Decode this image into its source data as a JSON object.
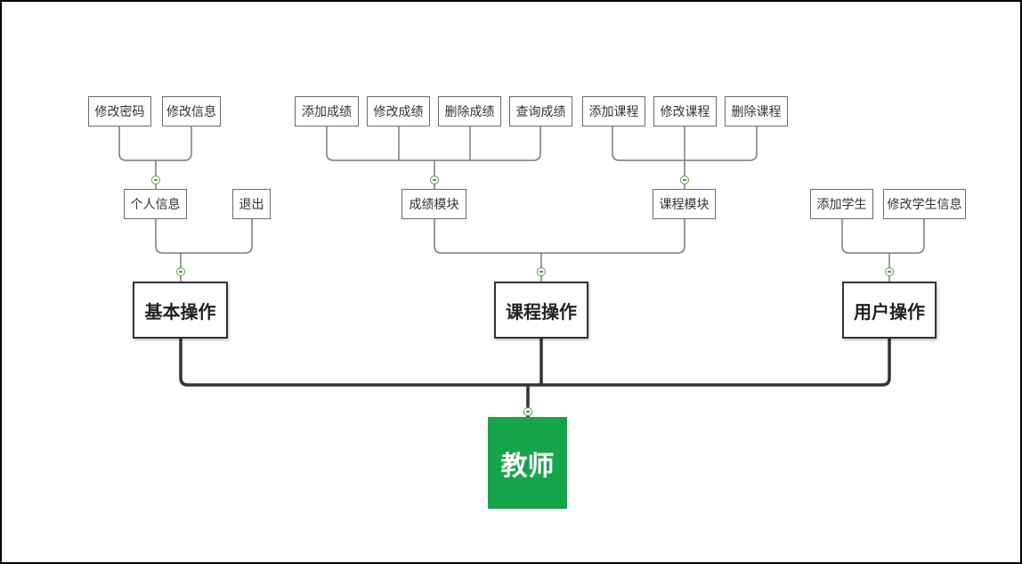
{
  "root": {
    "label": "教师"
  },
  "categories": {
    "basic": {
      "label": "基本操作",
      "children": {
        "profile": {
          "label": "个人信息",
          "children": [
            "修改密码",
            "修改信息"
          ]
        },
        "logout": {
          "label": "退出"
        }
      }
    },
    "course": {
      "label": "课程操作",
      "children": {
        "grade": {
          "label": "成绩模块",
          "children": [
            "添加成绩",
            "修改成绩",
            "删除成绩",
            "查询成绩"
          ]
        },
        "lesson": {
          "label": "课程模块",
          "children": [
            "添加课程",
            "修改课程",
            "删除课程"
          ]
        }
      }
    },
    "user": {
      "label": "用户操作",
      "children": [
        "添加学生",
        "修改学生信息"
      ]
    }
  },
  "colors": {
    "root_fill": "#16a54a",
    "connector": "#333333",
    "collapse_marker": "#4aa83a"
  }
}
